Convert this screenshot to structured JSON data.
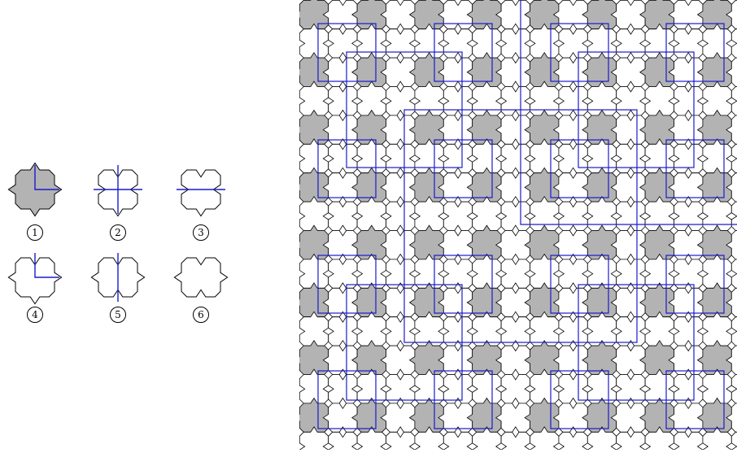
{
  "colors": {
    "gray": "#b3b3b3",
    "white": "#ffffff",
    "stroke": "#000000",
    "path": "#1a1acd"
  },
  "tiles": [
    {
      "label": "1",
      "fill": "gray",
      "path": "corner"
    },
    {
      "label": "2",
      "fill": "white",
      "path": "cross"
    },
    {
      "label": "3",
      "fill": "white",
      "path": "horizontal"
    },
    {
      "label": "4",
      "fill": "white",
      "path": "corner"
    },
    {
      "label": "5",
      "fill": "white",
      "path": "vertical"
    },
    {
      "label": "6",
      "fill": "white",
      "path": "none"
    }
  ]
}
